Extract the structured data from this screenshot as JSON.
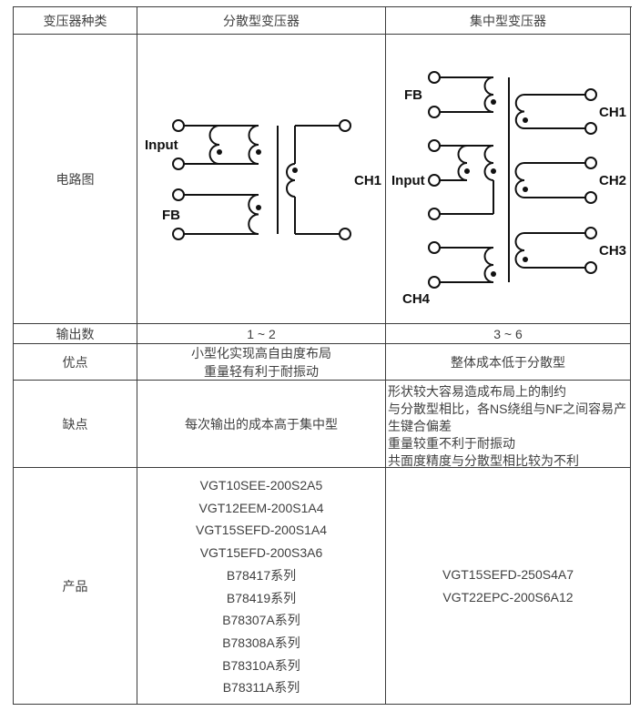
{
  "table": {
    "header": {
      "type_col": "变压器种类",
      "distributed_col": "分散型变压器",
      "centralized_col": "集中型变压器"
    },
    "rows": {
      "circuit": {
        "label": "电路图"
      },
      "outputs": {
        "label": "输出数",
        "distributed": "1 ~ 2",
        "centralized": "3 ~ 6"
      },
      "pros": {
        "label": "优点",
        "distributed": [
          "小型化实现高自由度布局",
          "重量轻有利于耐振动"
        ],
        "centralized": "整体成本低于分散型"
      },
      "cons": {
        "label": "缺点",
        "distributed": "每次输出的成本高于集中型",
        "centralized": [
          "形状较大容易造成布局上的制约",
          "与分散型相比，各NS绕组与NF之间容易产生键合偏差",
          "重量较重不利于耐振动",
          "共面度精度与分散型相比较为不利"
        ]
      },
      "products": {
        "label": "产品",
        "distributed": [
          "VGT10SEE-200S2A5",
          "VGT12EEM-200S1A4",
          "VGT15SEFD-200S1A4",
          "VGT15EFD-200S3A6",
          "B78417系列",
          "B78419系列",
          "B78307A系列",
          "B78308A系列",
          "B78310A系列",
          "B78311A系列"
        ],
        "centralized": [
          "VGT15SEFD-250S4A7",
          "VGT22EPC-200S6A12"
        ]
      }
    }
  },
  "diagrams": {
    "distributed": {
      "labels": {
        "input": "Input",
        "fb": "FB",
        "ch1": "CH1"
      }
    },
    "centralized": {
      "labels": {
        "fb": "FB",
        "input": "Input",
        "ch4": "CH4",
        "ch1": "CH1",
        "ch2": "CH2",
        "ch3": "CH3"
      }
    }
  },
  "colors": {
    "border": "#3b3b3b",
    "text": "#3f3f3f",
    "circuit": "#111111",
    "background": "#ffffff"
  }
}
